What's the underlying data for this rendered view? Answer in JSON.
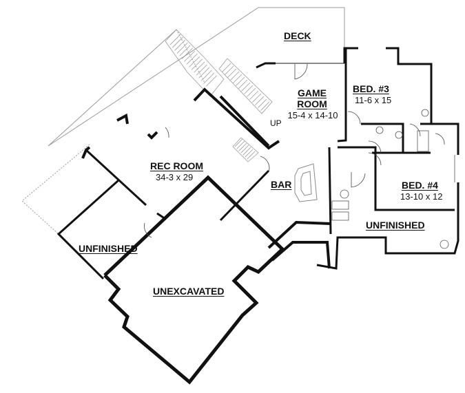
{
  "rooms": {
    "deck": {
      "name": "DECK"
    },
    "game_room": {
      "name_line1": "GAME",
      "name_line2": "ROOM",
      "dims": "15-4 x 14-10"
    },
    "bed3": {
      "name": "BED. #3",
      "dims": "11-6 x 15"
    },
    "bed4": {
      "name": "BED. #4",
      "dims": "13-10 x 12"
    },
    "rec_room": {
      "name": "REC ROOM",
      "dims": "34-3 x 29"
    },
    "bar": {
      "name": "BAR"
    },
    "unfinished_right": {
      "name": "UNFINISHED"
    },
    "unfinished_left": {
      "name": "UNFINISHED"
    },
    "unexcavated": {
      "name": "UNEXCAVATED"
    }
  },
  "stairs": {
    "label": "UP"
  },
  "colors": {
    "wall": "#111111",
    "wall_fill": "#777777",
    "thin_line": "#888888",
    "background": "#ffffff"
  }
}
